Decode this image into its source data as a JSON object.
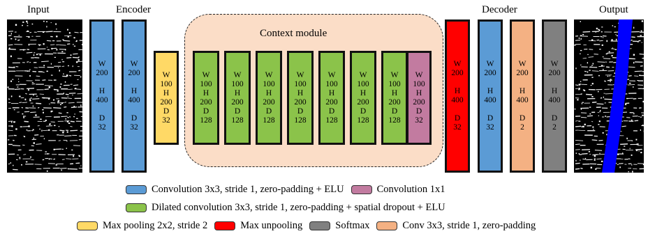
{
  "labels": {
    "input": "Input",
    "encoder": "Encoder",
    "decoder": "Decoder",
    "output": "Output",
    "context": "Context module"
  },
  "layers": [
    {
      "w": "200",
      "h": "400",
      "d": "32",
      "color": "#5b9bd5"
    },
    {
      "w": "200",
      "h": "400",
      "d": "32",
      "color": "#5b9bd5"
    },
    {
      "w": "100",
      "h": "200",
      "d": "32",
      "color": "#ffd966"
    },
    {
      "w": "100",
      "h": "200",
      "d": "128",
      "color": "#8bc34a"
    },
    {
      "w": "100",
      "h": "200",
      "d": "128",
      "color": "#8bc34a"
    },
    {
      "w": "100",
      "h": "200",
      "d": "128",
      "color": "#8bc34a"
    },
    {
      "w": "100",
      "h": "200",
      "d": "128",
      "color": "#8bc34a"
    },
    {
      "w": "100",
      "h": "200",
      "d": "128",
      "color": "#8bc34a"
    },
    {
      "w": "100",
      "h": "200",
      "d": "128",
      "color": "#8bc34a"
    },
    {
      "w": "100",
      "h": "200",
      "d": "128",
      "color": "#8bc34a"
    },
    {
      "w": "100",
      "h": "200",
      "d": "32",
      "color": "#c27ba0"
    },
    {
      "w": "200",
      "h": "400",
      "d": "32",
      "color": "#ff0000"
    },
    {
      "w": "200",
      "h": "400",
      "d": "32",
      "color": "#5b9bd5"
    },
    {
      "w": "200",
      "h": "400",
      "d": "2",
      "color": "#f4b183"
    },
    {
      "w": "200",
      "h": "400",
      "d": "2",
      "color": "#808080"
    }
  ],
  "letters": {
    "w": "W",
    "h": "H",
    "d": "D"
  },
  "legend": {
    "conv3": {
      "label": "Convolution 3x3, stride 1, zero-padding + ELU",
      "color": "#5b9bd5"
    },
    "conv1": {
      "label": "Convolution 1x1",
      "color": "#c27ba0"
    },
    "dilated": {
      "label": "Dilated convolution 3x3, stride 1, zero-padding + spatial dropout + ELU",
      "color": "#8bc34a"
    },
    "maxpool": {
      "label": "Max pooling 2x2, stride 2",
      "color": "#ffd966"
    },
    "unpool": {
      "label": "Max unpooling",
      "color": "#ff0000"
    },
    "softmax": {
      "label": "Softmax",
      "color": "#808080"
    },
    "convpad": {
      "label": "Conv 3x3, stride 1, zero-padding",
      "color": "#f4b183"
    }
  },
  "output_road_color": "#0000ff"
}
